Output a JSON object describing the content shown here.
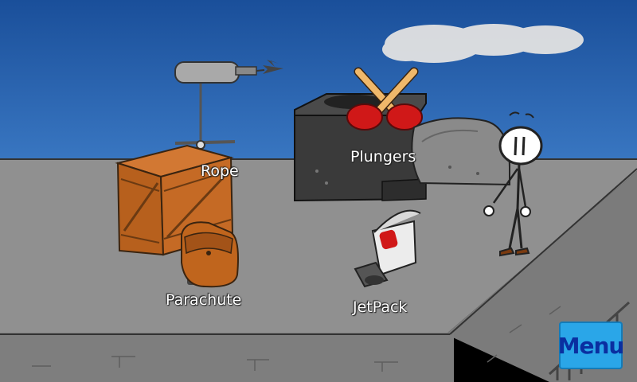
{
  "items": {
    "rope": "Rope",
    "plungers": "Plungers",
    "parachute": "Parachute",
    "jetpack": "JetPack"
  },
  "menu": {
    "label": "Menu"
  },
  "colors": {
    "sky": "#1f5fae",
    "roof": "#8e8e8e",
    "crate": "#c0651d",
    "vent": "#3a3a3a",
    "plunger_cup": "#d01818",
    "menu_bg": "#2aa6e8",
    "menu_text": "#0a2fa0"
  }
}
